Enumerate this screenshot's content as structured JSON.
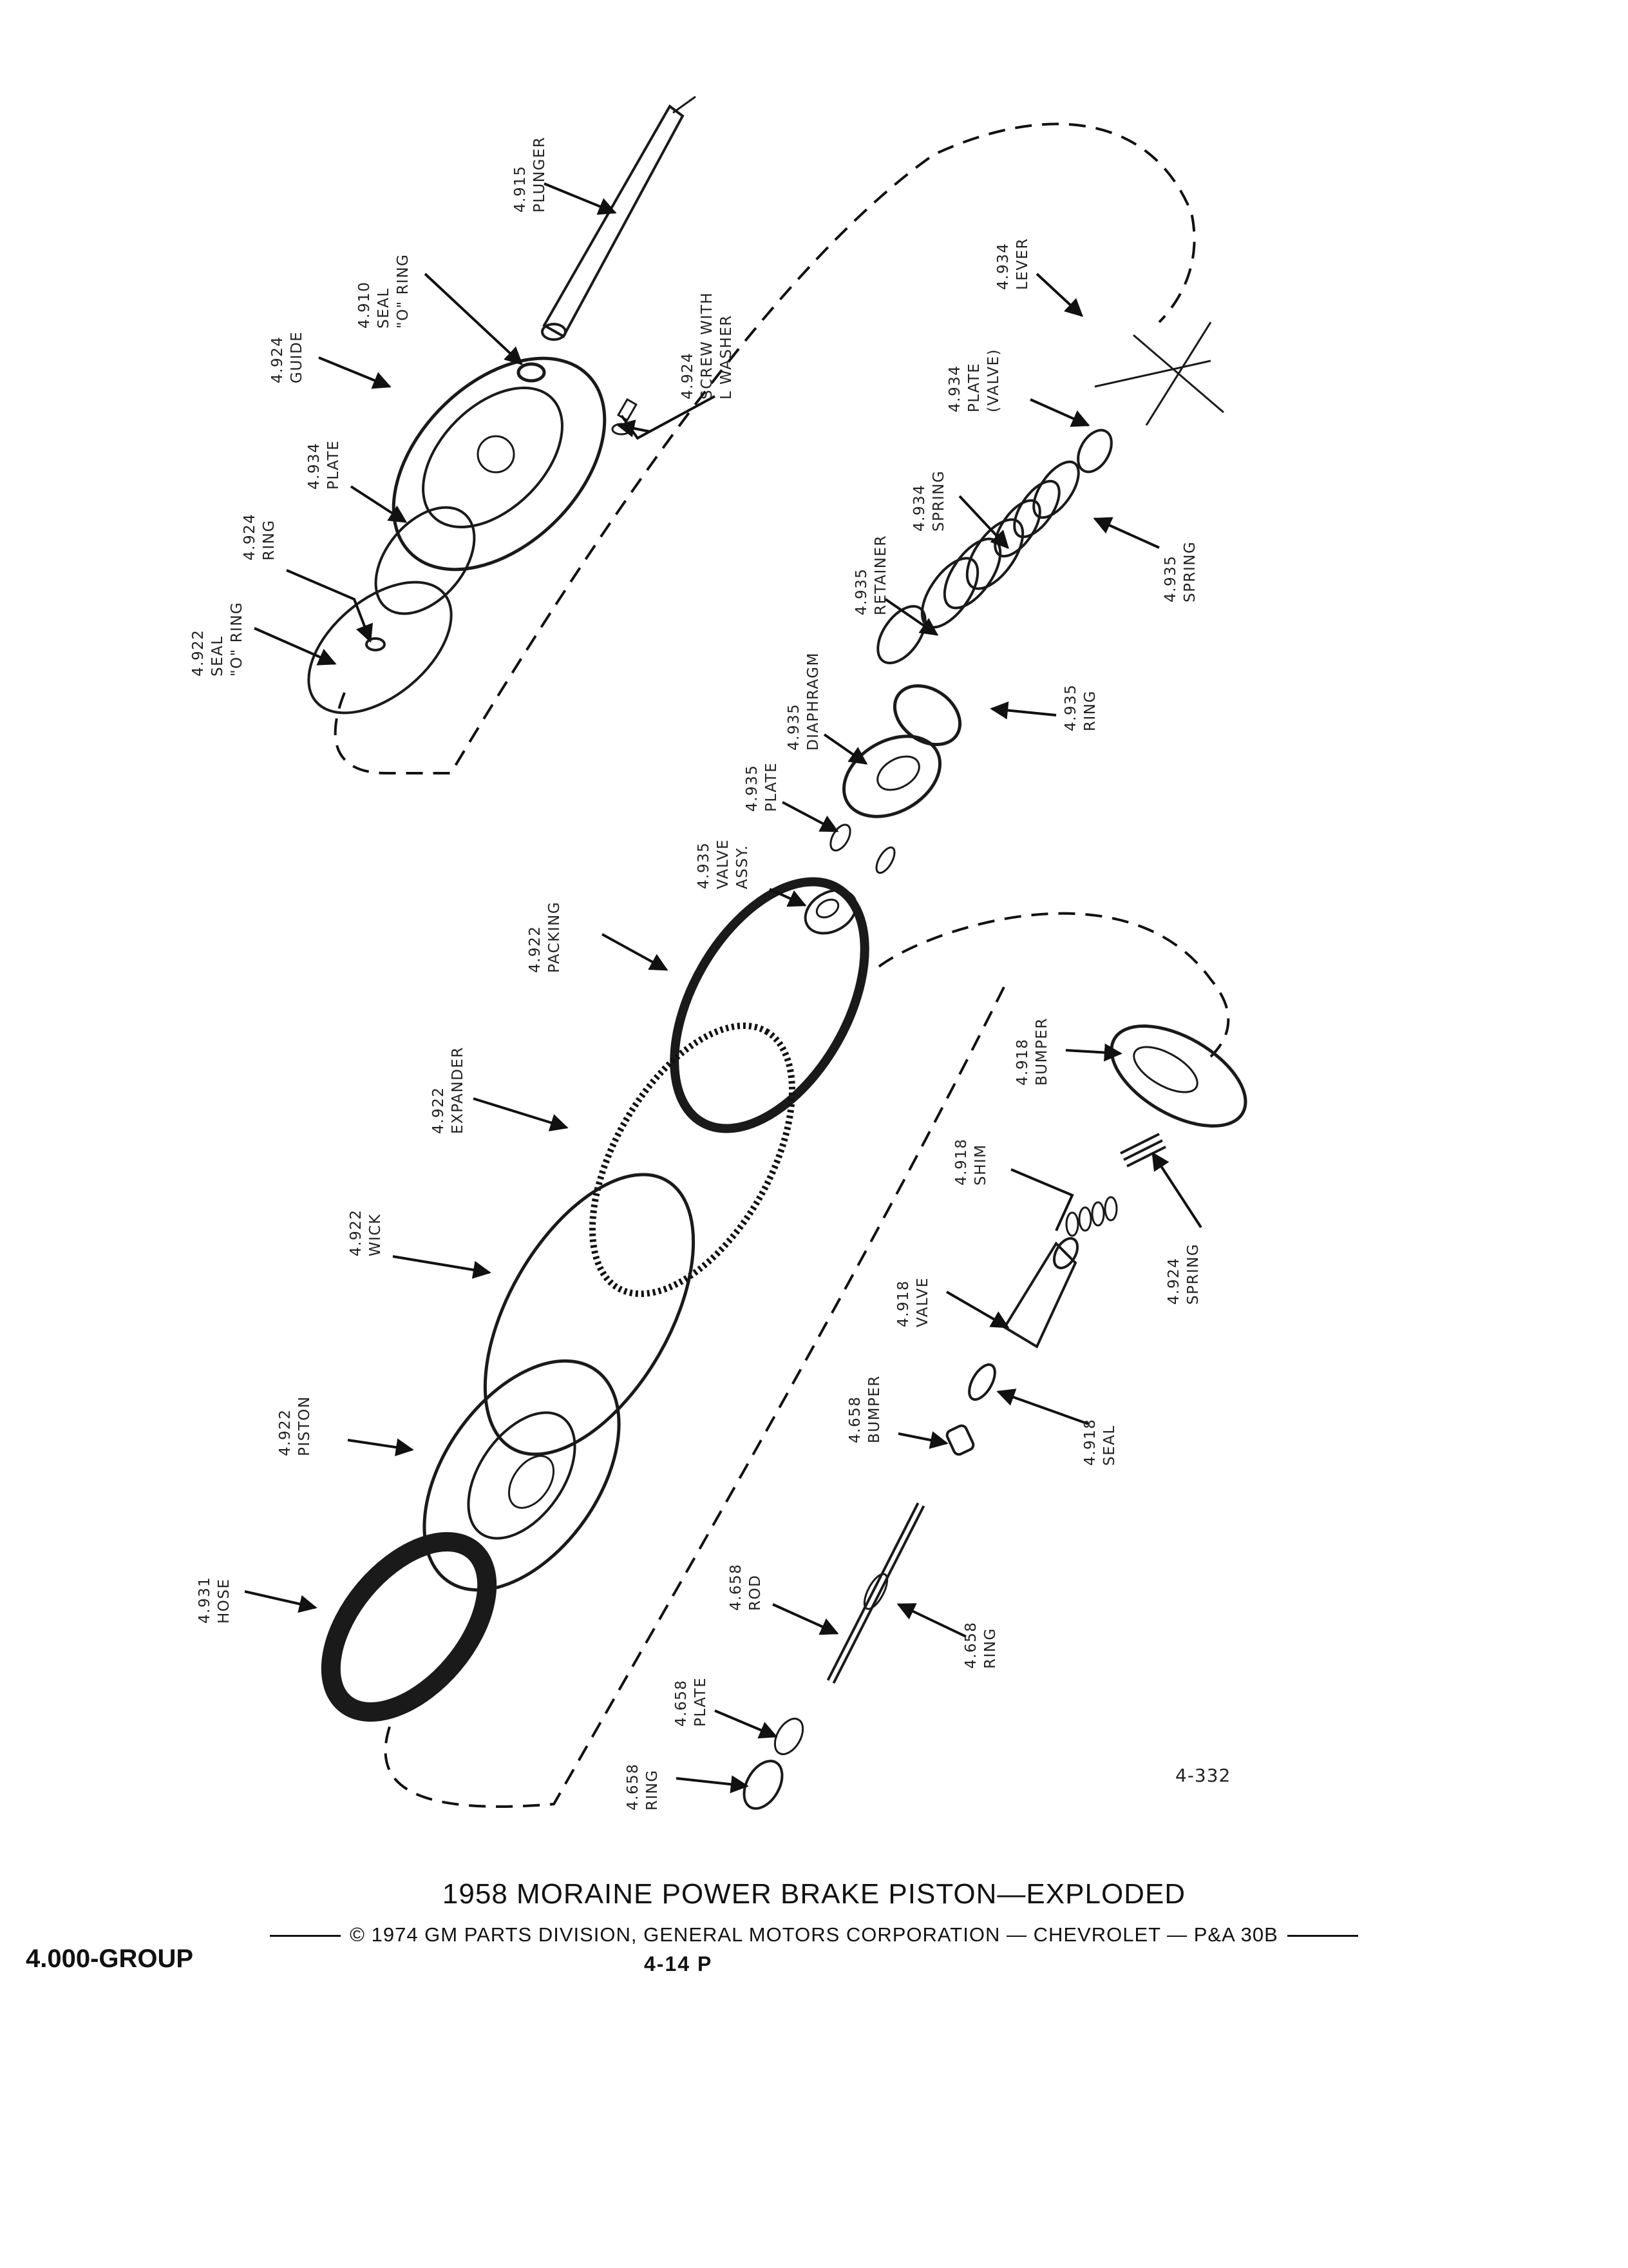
{
  "figure_number": "4-332",
  "title": "1958 MORAINE POWER BRAKE PISTON—EXPLODED",
  "copyright": "© 1974 GM PARTS DIVISION, GENERAL MOTORS CORPORATION — CHEVROLET — P&A 30B",
  "group": "4.000-GROUP",
  "page_number": "4-14  P",
  "labels": [
    {
      "number": "4.915",
      "name": "PLUNGER"
    },
    {
      "number": "4.910",
      "name": "SEAL",
      "name2": "\"O\" RING"
    },
    {
      "number": "4.924",
      "name": "GUIDE"
    },
    {
      "number": "4.924",
      "name": "SCREW WITH",
      "name2": "L WASHER"
    },
    {
      "number": "4.934",
      "name": "PLATE"
    },
    {
      "number": "4.924",
      "name": "RING"
    },
    {
      "number": "4.922",
      "name": "SEAL",
      "name2": "\"O\" RING"
    },
    {
      "number": "4.934",
      "name": "LEVER"
    },
    {
      "number": "4.934",
      "name": "PLATE",
      "name2": "(VALVE)"
    },
    {
      "number": "4.934",
      "name": "SPRING"
    },
    {
      "number": "4.935",
      "name": "SPRING"
    },
    {
      "number": "4.935",
      "name": "RETAINER"
    },
    {
      "number": "4.935",
      "name": "RING"
    },
    {
      "number": "4.935",
      "name": "DIAPHRAGM"
    },
    {
      "number": "4.935",
      "name": "PLATE"
    },
    {
      "number": "4.935",
      "name": "VALVE",
      "name2": "ASSY."
    },
    {
      "number": "4.922",
      "name": "PACKING"
    },
    {
      "number": "4.922",
      "name": "EXPANDER"
    },
    {
      "number": "4.922",
      "name": "WICK"
    },
    {
      "number": "4.922",
      "name": "PISTON"
    },
    {
      "number": "4.931",
      "name": "HOSE"
    },
    {
      "number": "4.918",
      "name": "BUMPER"
    },
    {
      "number": "4.918",
      "name": "SHIM"
    },
    {
      "number": "4.924",
      "name": "SPRING"
    },
    {
      "number": "4.918",
      "name": "VALVE"
    },
    {
      "number": "4.918",
      "name": "SEAL"
    },
    {
      "number": "4.658",
      "name": "BUMPER"
    },
    {
      "number": "4.658",
      "name": "ROD"
    },
    {
      "number": "4.658",
      "name": "RING"
    },
    {
      "number": "4.658",
      "name": "PLATE"
    },
    {
      "number": "4.658",
      "name": "RING"
    }
  ]
}
